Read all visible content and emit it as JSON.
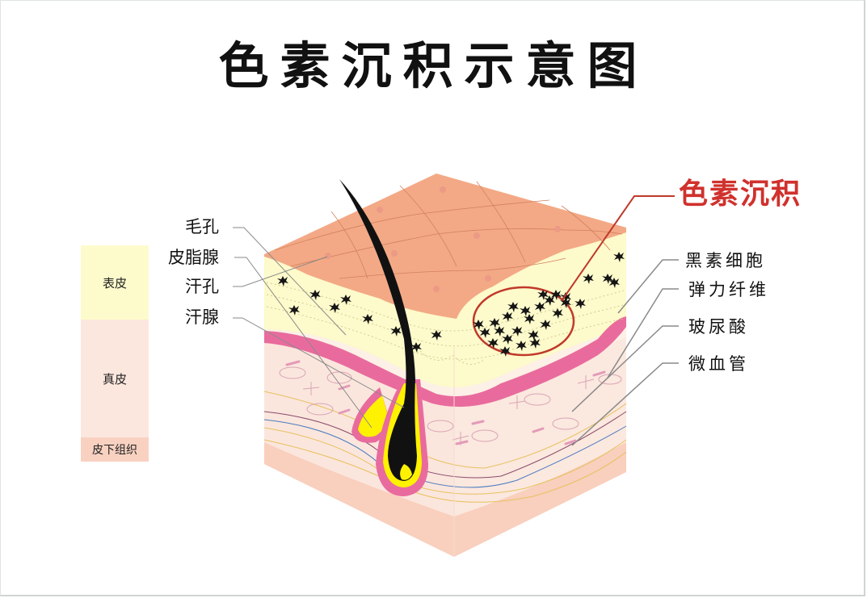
{
  "title": "色素沉积示意图",
  "highlight_label": "色素沉积",
  "legend": {
    "epidermis": "表皮",
    "dermis": "真皮",
    "subcutaneous": "皮下组织"
  },
  "left_labels": [
    "毛孔",
    "皮脂腺",
    "汗孔",
    "汗腺"
  ],
  "right_labels": [
    "黑素细胞",
    "弹力纤维",
    "玻尿酸",
    "微血管"
  ],
  "colors": {
    "surface": "#f3a985",
    "epidermis": "#fdfacb",
    "dermis": "#fbe6dd",
    "subcutaneous": "#f9cfbd",
    "basement": "#e96b9d",
    "gland": "#fff200",
    "hair": "#111111",
    "highlight": "#d0312d"
  }
}
